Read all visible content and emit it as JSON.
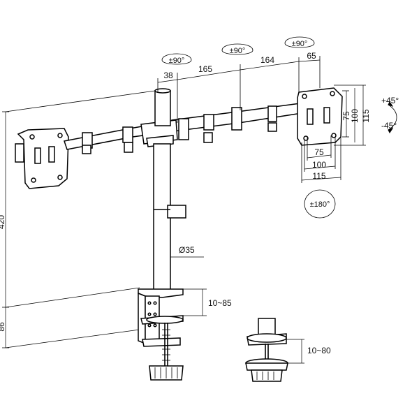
{
  "dimensions": {
    "top_offset": "38",
    "arm_inner": "165",
    "arm_outer": "164",
    "plate_offset": "65",
    "total_height": "420",
    "base_height": "86",
    "pole_diameter": "Ø35",
    "clamp_range": "10~85",
    "grommet_range": "10~80"
  },
  "vesa": {
    "w75": "75",
    "w100": "100",
    "w115": "115",
    "h75": "75",
    "h100": "100",
    "h115": "115"
  },
  "rotations": {
    "swivel_1": "±90°",
    "swivel_2": "±90°",
    "swivel_3": "±90°",
    "tilt_up": "+45°",
    "tilt_down": "-45°",
    "rotate": "±180°"
  },
  "colors": {
    "line": "#000000",
    "background": "#ffffff"
  }
}
